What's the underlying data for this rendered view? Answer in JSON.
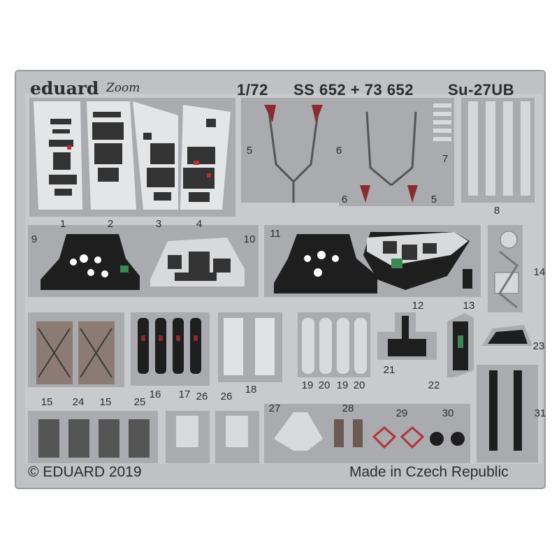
{
  "header": {
    "brand": "eduard",
    "logo_text": "Zoom",
    "scale": "1/72",
    "codes": "SS 652 + 73 652",
    "model": "Su-27UB"
  },
  "footer": {
    "copyright": "© EDUARD 2019",
    "origin": "Made in Czech Republic"
  },
  "part_numbers": {
    "p1": "1",
    "p2": "2",
    "p3": "3",
    "p4": "4",
    "p5a": "5",
    "p6a": "6",
    "p6b": "6",
    "p5b": "5",
    "p7": "7",
    "p8": "8",
    "p9": "9",
    "p10": "10",
    "p11": "11",
    "p12": "12",
    "p13": "13",
    "p14": "14",
    "p15a": "15",
    "p24": "24",
    "p15b": "15",
    "p25": "25",
    "p16": "16",
    "p17": "17",
    "p26a": "26",
    "p26b": "26",
    "p18": "18",
    "p19a": "19",
    "p20a": "20",
    "p19b": "19",
    "p20b": "20",
    "p21": "21",
    "p22": "22",
    "p23": "23",
    "p27": "27",
    "p28": "28",
    "p29": "29",
    "p30": "30",
    "p31": "31"
  },
  "colors": {
    "fret_frame": "#b8babd",
    "fret_panel": "#c9cbcd",
    "part_cutout": "#a7a9ac",
    "panel_black": "#1e1e1e",
    "belt_red": "#8c2a2e",
    "text": "#2c2c2c"
  }
}
